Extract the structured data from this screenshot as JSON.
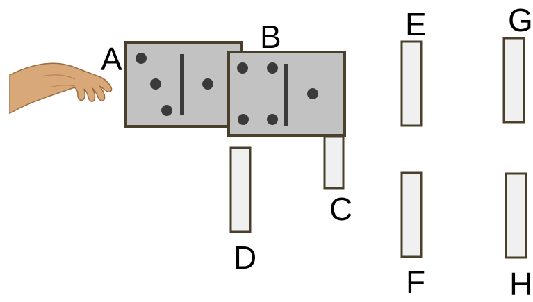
{
  "labels": {
    "A": "A",
    "B": "B",
    "C": "C",
    "D": "D",
    "E": "E",
    "F": "F",
    "G": "G",
    "H": "H"
  },
  "colors": {
    "domino_face": "#c2c2c2",
    "domino_border": "#4a3f2a",
    "pip": "#3a3a3a",
    "standing_piece": "#f0f0f0",
    "hand_skin": "#d9a878"
  },
  "icons": {
    "hand": "pointing-hand-icon"
  },
  "dominoes": {
    "A": {
      "left_pips": 3,
      "right_pips": 1
    },
    "B": {
      "left_pips": 4,
      "right_pips": 1
    }
  }
}
